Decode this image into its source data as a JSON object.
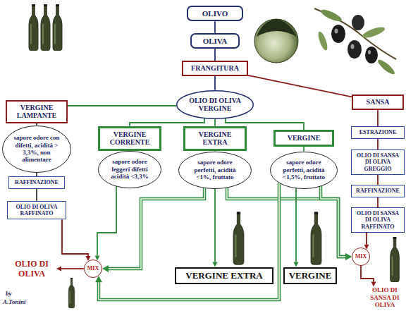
{
  "diagram": {
    "nodes": [
      {
        "text": [
          "OLIVO"
        ]
      },
      {
        "text": [
          "OLIVA"
        ]
      },
      {
        "text": [
          "FRANGITURA"
        ]
      },
      {
        "text": [
          "OLIO DI OLIVA VERGINE"
        ]
      },
      {
        "text": [
          "SANSA"
        ]
      },
      {
        "text": [
          "VERGINE LAMPANTE"
        ]
      },
      {
        "text": [
          "VERGINE CORRENTE"
        ]
      },
      {
        "text": [
          "VERGINE EXTRA"
        ]
      },
      {
        "text": [
          "VERGINE"
        ]
      },
      {
        "text": [
          "ESTRAZIONE"
        ]
      },
      {
        "text": [
          "sapore odore con difetti, acidità > 3,3%, non alimentare"
        ]
      },
      {
        "text": [
          "sapore odore leggeri difetti acidità <3,3%"
        ]
      },
      {
        "text": [
          "sapore odore perfetti, acidità <1%, fruttato"
        ]
      },
      {
        "text": [
          "sapore odore perfetti, acidità <1,5%, fruttato"
        ]
      },
      {
        "text": [
          "OLIO DI SANSA DI OLIVA GREGGIO"
        ]
      },
      {
        "text": [
          "RAFFINAZIONE"
        ]
      },
      {
        "text": [
          "RAFFINAZIONE"
        ]
      },
      {
        "text": [
          "OLIO DI OLIVA RAFFINATO"
        ]
      },
      {
        "text": [
          "OLIO DI SANSA DI OLIVA RAFFINATO"
        ]
      },
      {
        "text": [
          "MIX"
        ]
      },
      {
        "text": [
          "MIX"
        ]
      },
      {
        "text": [
          "VERGINE EXTRA"
        ]
      },
      {
        "text": [
          "VERGINE"
        ]
      },
      {
        "text": [
          "OLIO DI OLIVA"
        ]
      },
      {
        "text": [
          "OLIO DI SANSA DI OLIVA"
        ]
      }
    ],
    "edges": [
      {
        "from": 0,
        "to": 1,
        "arrow": "none"
      },
      {
        "from": 1,
        "to": 2,
        "arrow": "none"
      },
      {
        "from": 2,
        "to": 3,
        "arrow": "none"
      },
      {
        "from": 2,
        "to": 4,
        "arrow": "none"
      },
      {
        "from": 3,
        "to": 5,
        "arrow": "none"
      },
      {
        "from": 3,
        "to": 6,
        "arrow": "none"
      },
      {
        "from": 3,
        "to": 7,
        "arrow": "none"
      },
      {
        "from": 3,
        "to": 8,
        "arrow": "none"
      },
      {
        "from": 5,
        "to": 10,
        "arrow": "none"
      },
      {
        "from": 10,
        "to": 15,
        "arrow": "none"
      },
      {
        "from": 15,
        "to": 17,
        "arrow": "none"
      },
      {
        "from": 17,
        "to": 20,
        "arrow": "to"
      },
      {
        "from": 6,
        "to": 11,
        "arrow": "none"
      },
      {
        "from": 11,
        "to": 20,
        "arrow": "to"
      },
      {
        "from": 7,
        "to": 12,
        "arrow": "none"
      },
      {
        "from": 12,
        "to": 21,
        "arrow": "to"
      },
      {
        "from": 12,
        "to": 20,
        "arrow": "to"
      },
      {
        "from": 12,
        "to": 19,
        "arrow": "to"
      },
      {
        "from": 8,
        "to": 13,
        "arrow": "none"
      },
      {
        "from": 13,
        "to": 22,
        "arrow": "to"
      },
      {
        "from": 13,
        "to": 19,
        "arrow": "to"
      },
      {
        "from": 13,
        "to": 20,
        "arrow": "to"
      },
      {
        "from": 4,
        "to": 9,
        "arrow": "none"
      },
      {
        "from": 9,
        "to": 14,
        "arrow": "none"
      },
      {
        "from": 14,
        "to": 16,
        "arrow": "none"
      },
      {
        "from": 16,
        "to": 18,
        "arrow": "none"
      },
      {
        "from": 18,
        "to": 19,
        "arrow": "to"
      },
      {
        "from": 19,
        "to": 24,
        "arrow": "to"
      },
      {
        "from": 20,
        "to": 23,
        "arrow": "to"
      }
    ],
    "labels": [
      "by",
      "A.Tonini"
    ]
  }
}
